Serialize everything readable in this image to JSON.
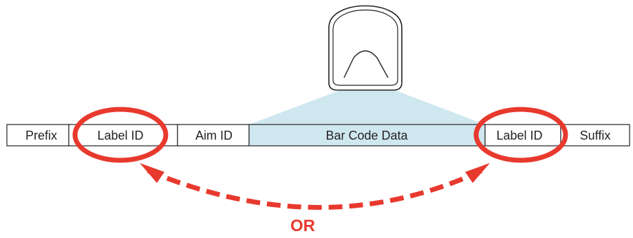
{
  "fields": [
    {
      "id": "prefix",
      "label": "Prefix"
    },
    {
      "id": "label-id-leading",
      "label": "Label ID"
    },
    {
      "id": "aim-id",
      "label": "Aim ID"
    },
    {
      "id": "bar-code-data",
      "label": "Bar Code Data"
    },
    {
      "id": "label-id-trailing",
      "label": "Label ID"
    },
    {
      "id": "suffix",
      "label": "Suffix"
    }
  ],
  "or_text": "OR",
  "colors": {
    "highlight": "#e8392e",
    "scan_beam": "#cfe8f0",
    "outline": "#231f20"
  },
  "icons": [
    "barcode-scanner-icon"
  ]
}
